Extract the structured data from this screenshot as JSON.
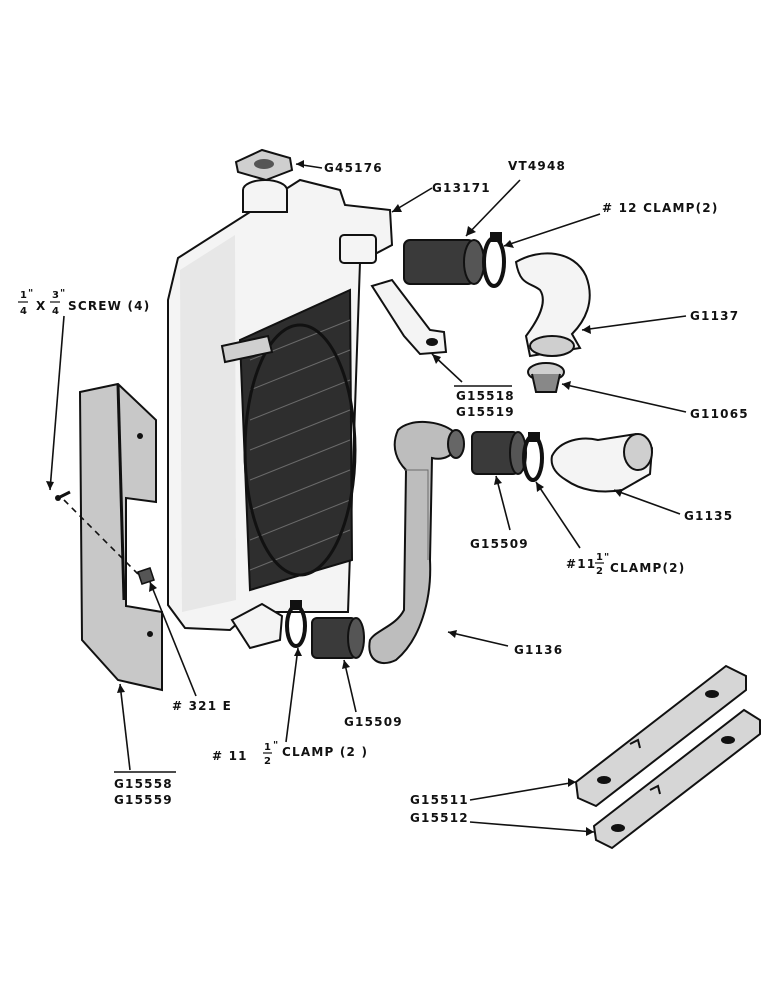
{
  "labels": {
    "cap": "G45176",
    "filler_neck": "G13171",
    "hose_upper": "VT4948",
    "clamp12": "# 12 CLAMP(2)",
    "upper_elbow": "G1137",
    "thermostat": "G11065",
    "bracket_a": "G15518",
    "bracket_b": "G15519",
    "lower_elbow": "G1135",
    "hose_mid": "G15509",
    "clamp11_right_prefix": "#11",
    "clamp11_right_suffix": "CLAMP(2)",
    "lower_tube": "G1136",
    "hose_lower": "G15509",
    "clamp11_left_prefix": "# 11",
    "clamp11_left_suffix": "CLAMP (2 )",
    "drain": "# 321 E",
    "screw_suffix": "SCREW (4)",
    "screw_x": "X",
    "shroud_a": "G15558",
    "shroud_b": "G15559",
    "strap_a": "G15511",
    "strap_b": "G15512"
  },
  "fractions": {
    "one_quarter_num": "1",
    "one_quarter_den": "4",
    "three_quarter_num": "3",
    "three_quarter_den": "4",
    "one_half_num": "1",
    "one_half_den": "2",
    "inch_mark": "\""
  }
}
